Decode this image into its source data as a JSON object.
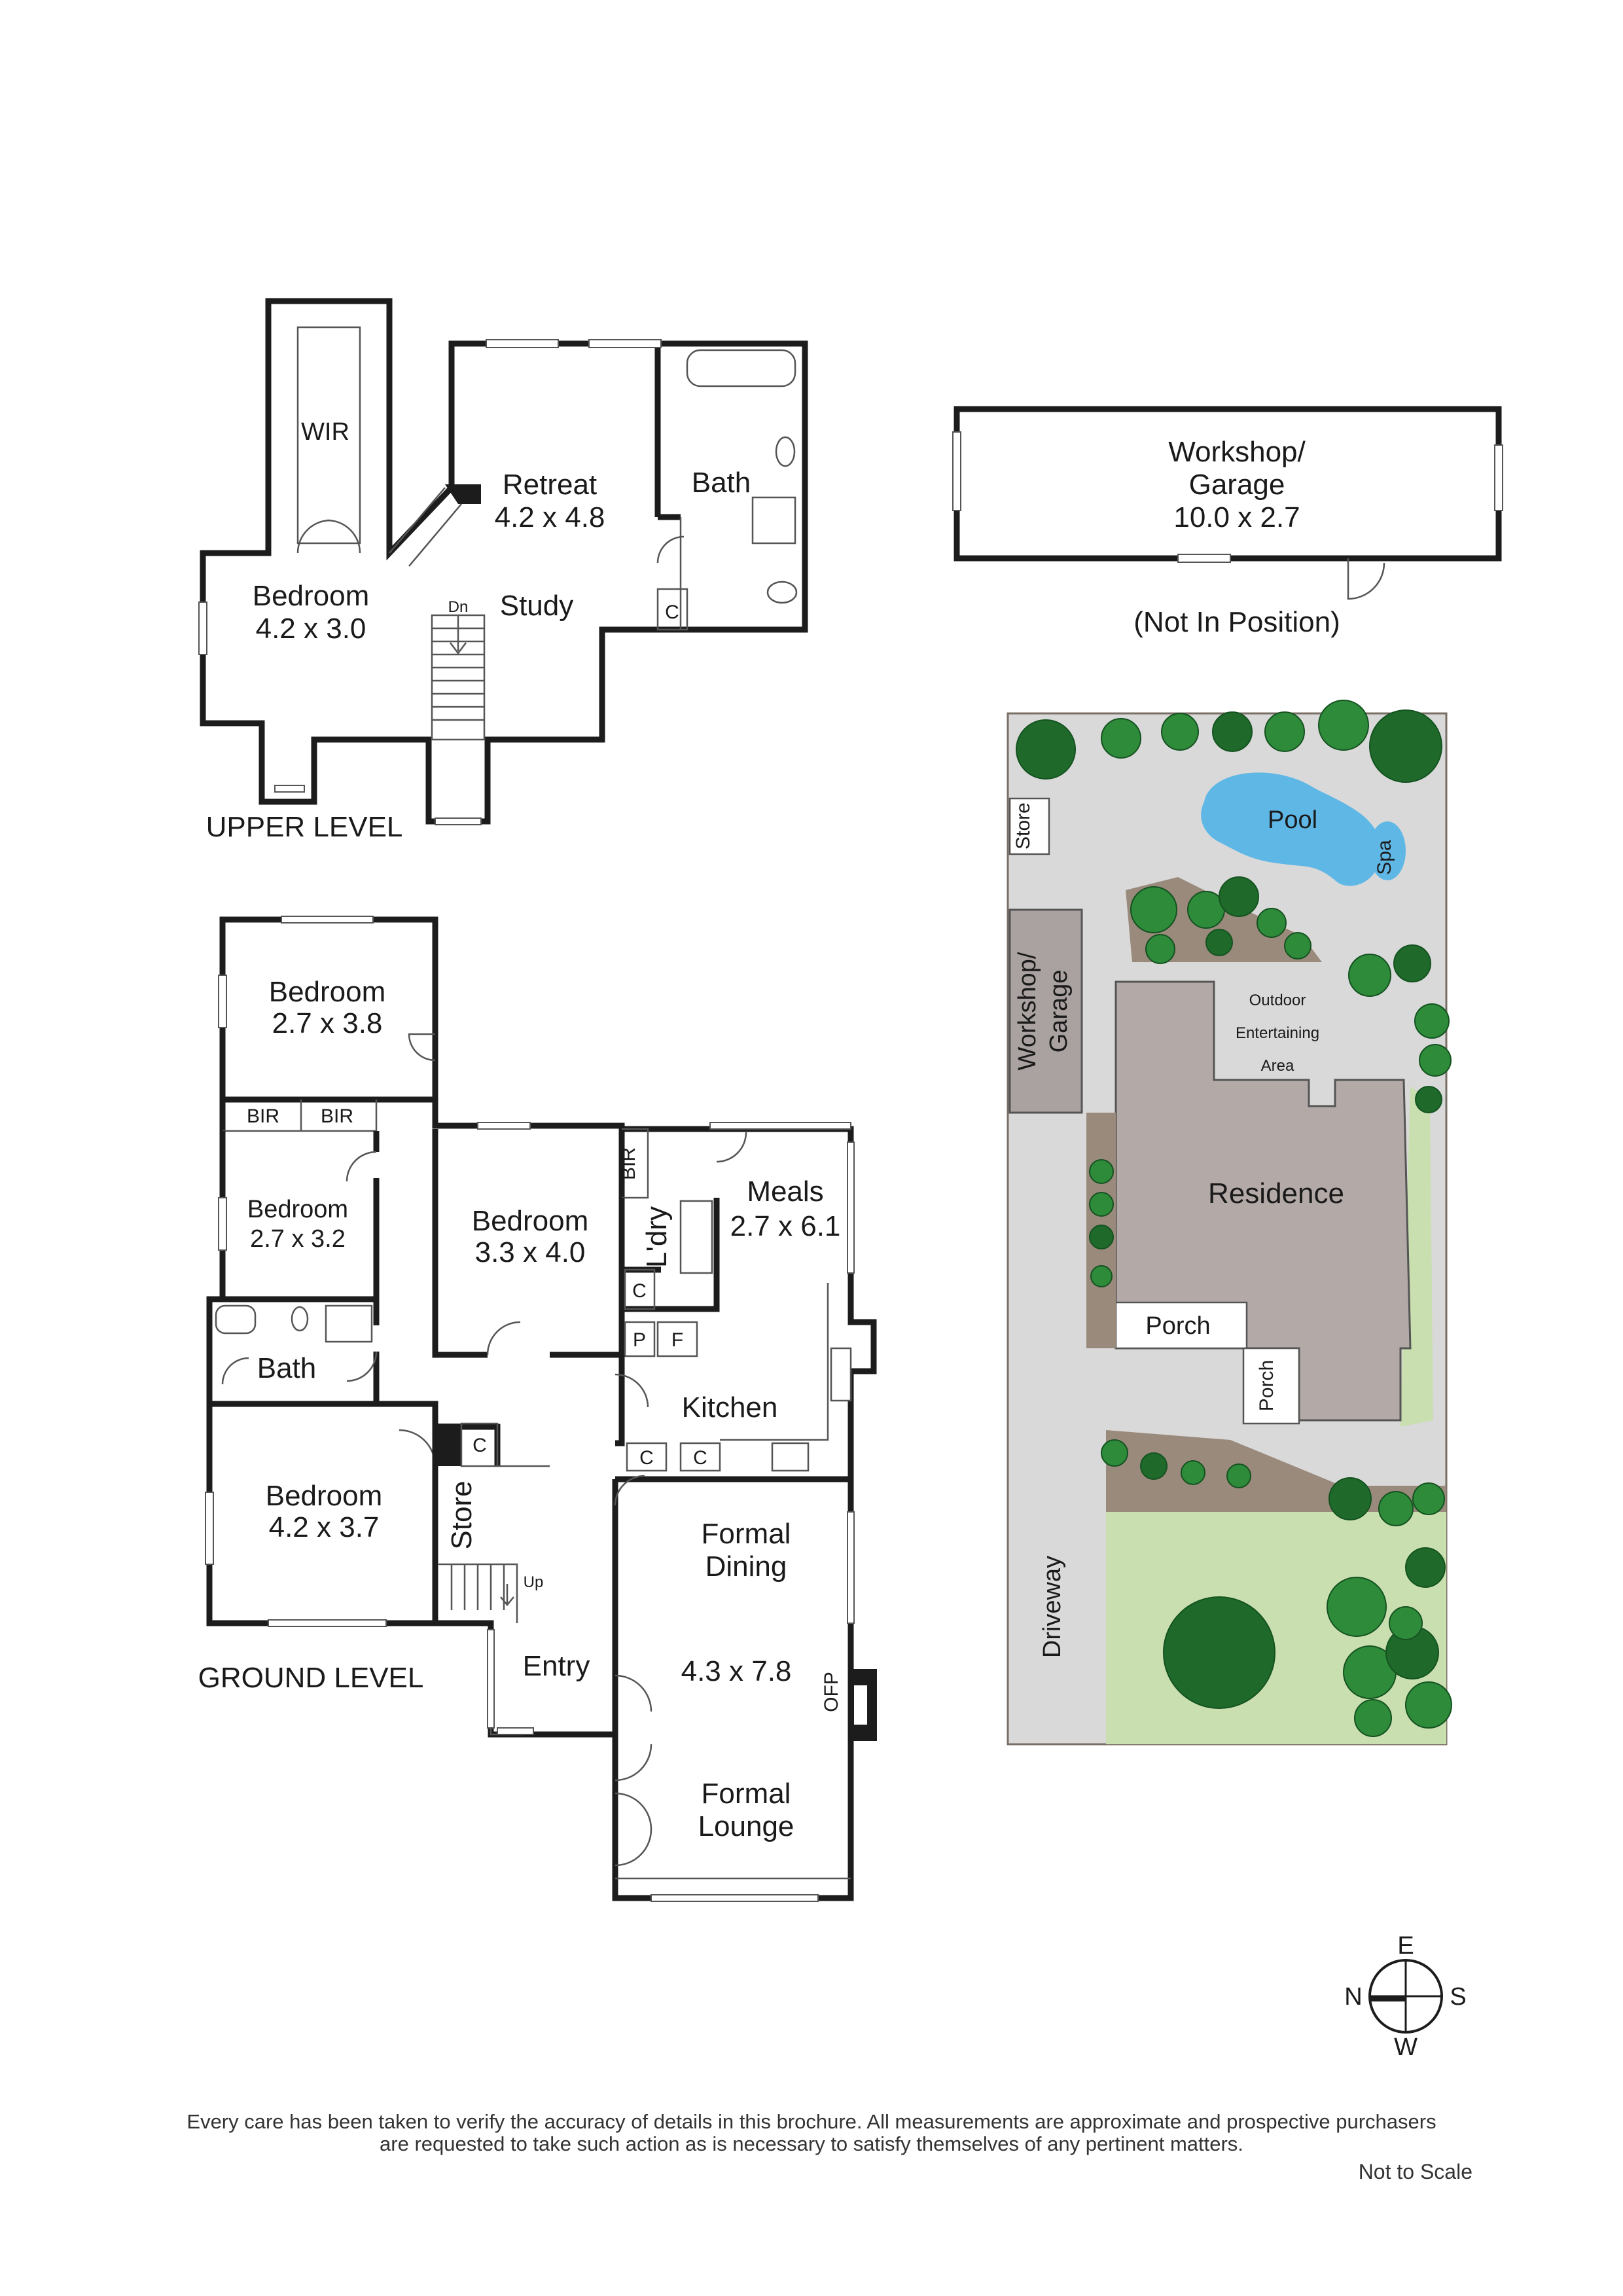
{
  "upper_level": {
    "title": "UPPER LEVEL",
    "rooms": {
      "wir": "WIR",
      "retreat_name": "Retreat",
      "retreat_size": "4.2 x 4.8",
      "bath": "Bath",
      "bedroom_name": "Bedroom",
      "bedroom_size": "4.2 x 3.0",
      "study": "Study",
      "cupboard": "C",
      "stair_down": "Dn"
    }
  },
  "ground_level": {
    "title": "GROUND LEVEL",
    "rooms": {
      "bedroom1_name": "Bedroom",
      "bedroom1_size": "2.7 x 3.8",
      "bir1": "BIR",
      "bir2": "BIR",
      "bedroom2_name": "Bedroom",
      "bedroom2_size": "2.7 x 3.2",
      "bath": "Bath",
      "bedroom3_name": "Bedroom",
      "bedroom3_size": "4.2 x 3.7",
      "bedroom4_name": "Bedroom",
      "bedroom4_size": "3.3 x 4.0",
      "bir3": "BIR",
      "laundry": "L'dry",
      "cupboard_laundry": "C",
      "pantry": "P",
      "fridge": "F",
      "meals_name": "Meals",
      "meals_size": "2.7 x 6.1",
      "kitchen": "Kitchen",
      "cupboard_k1": "C",
      "cupboard_k2": "C",
      "cupboard_store": "C",
      "store": "Store",
      "stair_up": "Up",
      "entry": "Entry",
      "formal_dining_1": "Formal",
      "formal_dining_2": "Dining",
      "formal_size": "4.3 x 7.8",
      "ofp": "OFP",
      "formal_lounge_1": "Formal",
      "formal_lounge_2": "Lounge"
    }
  },
  "workshop": {
    "name_1": "Workshop/",
    "name_2": "Garage",
    "size": "10.0 x 2.7",
    "note": "(Not In Position)"
  },
  "site_plan": {
    "store": "Store",
    "pool": "Pool",
    "spa": "Spa",
    "workshop_1": "Workshop/",
    "workshop_2": "Garage",
    "outdoor_1": "Outdoor",
    "outdoor_2": "Entertaining",
    "outdoor_3": "Area",
    "residence": "Residence",
    "porch_1": "Porch",
    "porch_2": "Porch",
    "driveway": "Driveway",
    "colors": {
      "paving": "#d9d9d9",
      "residence": "#b3aaa8",
      "lawn": "#c9dfb0",
      "tree": "#2e8b3a",
      "tree_dark": "#1f6a2b",
      "pool": "#5fb7e6",
      "workshop": "#a9a2a0",
      "garden_bed": "#9a8a7c"
    }
  },
  "compass": {
    "north": "N",
    "south": "S",
    "east": "E",
    "west": "W"
  },
  "footer": {
    "disclaimer_line1": "Every care has been taken to verify the accuracy of details in this brochure. All measurements are approximate and prospective purchasers",
    "disclaimer_line2": "are requested to take such action as is necessary to satisfy themselves of any pertinent matters.",
    "scale_note": "Not to Scale"
  }
}
